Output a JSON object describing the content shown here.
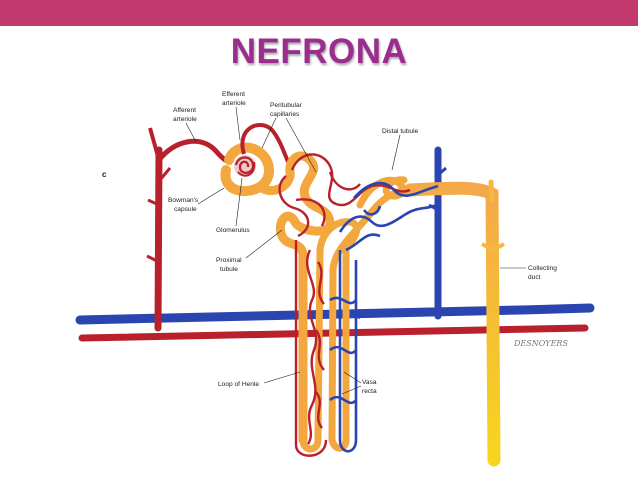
{
  "slide": {
    "title": "NEFRONA",
    "title_color": "#9a2d8e",
    "top_bar_color": "#c23a6d"
  },
  "diagram": {
    "panel_letter": "c",
    "signature": "DESNOYERS",
    "colors": {
      "artery": "#b8202c",
      "vein": "#2a45b0",
      "tubule": "#f3a73f",
      "collecting_duct": "#f5b846"
    },
    "labels": {
      "afferent_arteriole": [
        "Afferent",
        "arteriole"
      ],
      "efferent_arteriole": [
        "Efferent",
        "arteriole"
      ],
      "peritubular_capillaries": [
        "Peritubular",
        "capillaries"
      ],
      "distal_tubule": "Distal tubule",
      "bowmans_capsule": [
        "Bowman's",
        "capsule"
      ],
      "glomerulus": "Glomerulus",
      "proximal_tubule": [
        "Proximal",
        "tubule"
      ],
      "collecting_duct": [
        "Collecting",
        "duct"
      ],
      "loop_of_henle": "Loop of Henle",
      "vasa_recta": [
        "Vasa",
        "recta"
      ]
    }
  }
}
